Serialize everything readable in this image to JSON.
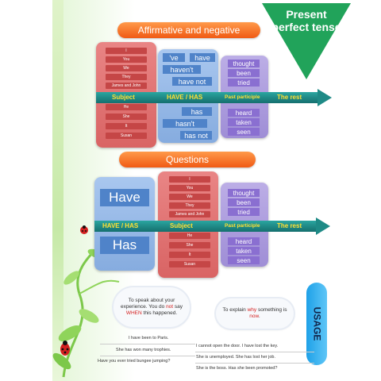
{
  "title": "Present perfect tense",
  "banner_affirm": "Affirmative and negative",
  "banner_questions": "Questions",
  "affirm": {
    "subjects_top": [
      "I",
      "You",
      "We",
      "They",
      "James and John"
    ],
    "subjects_bottom": [
      "He",
      "She",
      "It",
      "Susan"
    ],
    "have_forms_top": [
      "'ve",
      "have",
      "haven't",
      "have not"
    ],
    "have_forms_bottom": [
      "has",
      "hasn't",
      "has not"
    ],
    "participles_top": [
      "thought",
      "been",
      "tried"
    ],
    "participles_bottom": [
      "heard",
      "taken",
      "seen"
    ],
    "band": {
      "subject": "Subject",
      "have_has": "HAVE / HAS",
      "participle": "Past participle",
      "rest": "The rest"
    }
  },
  "questions": {
    "have_word": "Have",
    "has_word": "Has",
    "subjects_top": [
      "I",
      "You",
      "We",
      "They",
      "James and John"
    ],
    "subjects_bottom": [
      "He",
      "She",
      "It",
      "Susan"
    ],
    "participles_top": [
      "thought",
      "been",
      "tried"
    ],
    "participles_bottom": [
      "heard",
      "taken",
      "seen"
    ],
    "band": {
      "have_has": "HAVE / HAS",
      "subject": "Subject",
      "participle": "Past participle",
      "rest": "The rest"
    }
  },
  "usage": {
    "label": "USAGE",
    "cloud1_pre": "To speak about your experience. You do ",
    "cloud1_not": "not",
    "cloud1_mid": " say ",
    "cloud1_when": "WHEN",
    "cloud1_post": " this happened.",
    "cloud2_pre": "To explain ",
    "cloud2_why": "why",
    "cloud2_mid": " something is ",
    "cloud2_now": "now",
    "cloud2_post": ".",
    "examples_left": [
      "I have been to Paris.",
      "She has won many trophies.",
      "Have you ever tried bungee jumping?"
    ],
    "examples_right": [
      "I cannot open the door. I have lost the key.",
      "She is unemployed. She has lost her job.",
      "She is the boss. Has she been promoted?"
    ]
  },
  "colors": {
    "accent_orange": "#f05a14",
    "title_green": "#21a35a",
    "subject_red": "#c54646",
    "have_blue": "#4f83c9",
    "participle_purple": "#8a6fd1",
    "band_teal": "#1e8a86",
    "band_text": "#ffe033",
    "emphasis_red": "#d42020"
  },
  "icons": [
    "ladybug-icon",
    "vine-decoration-icon"
  ]
}
